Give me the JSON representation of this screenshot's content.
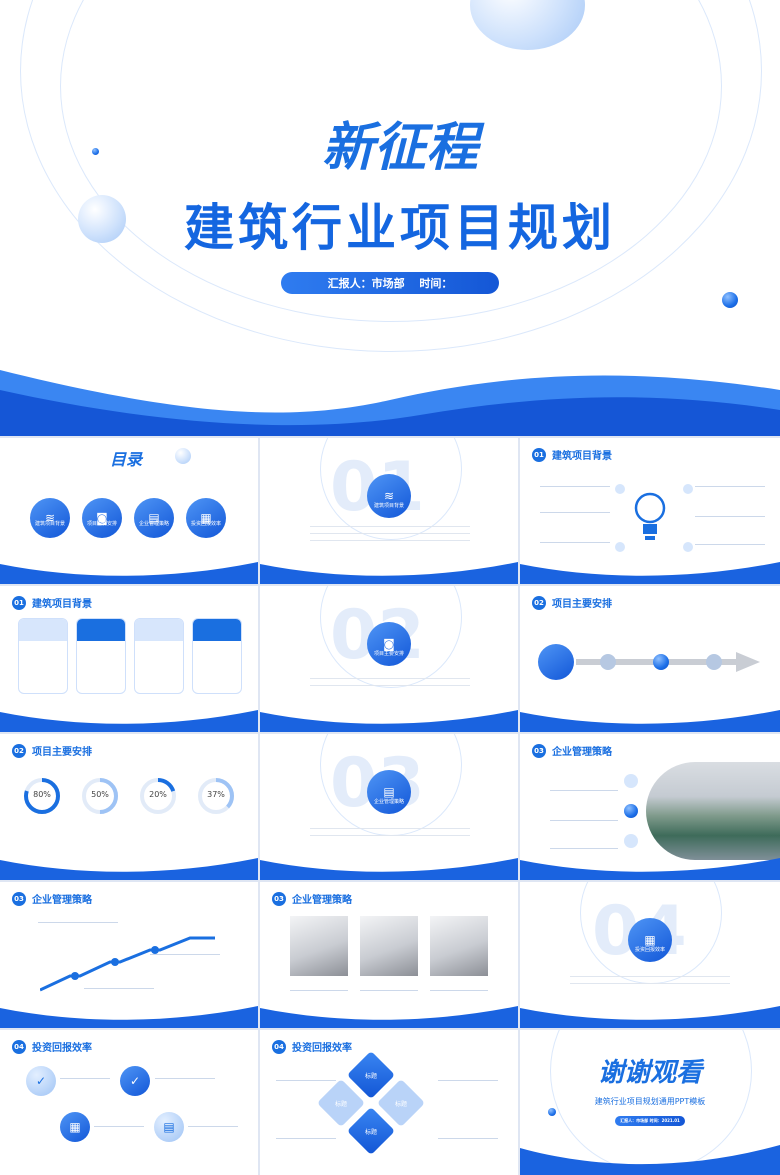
{
  "hero": {
    "script_title": "新征程",
    "main_title": "建筑行业项目规划",
    "pill_text": "汇报人：市场部　 时间："
  },
  "toc": {
    "title": "目录",
    "items": [
      "建筑项目背景",
      "项目主要安排",
      "企业管理策略",
      "投资回报效率"
    ]
  },
  "section_headers": {
    "s01": "建筑项目背景",
    "s02": "项目主要安排",
    "s03": "企业管理策略",
    "s04": "投资回报效率"
  },
  "numbers": {
    "n01": "01",
    "n02": "02",
    "n03": "03",
    "n04": "04"
  },
  "divider_labels": {
    "d01": "建筑项目背景",
    "d02": "项目主要安排",
    "d03": "企业管理策略",
    "d04": "投资回报效率"
  },
  "percent": {
    "p1": "80%",
    "p2": "50%",
    "p3": "20%",
    "p4": "37%"
  },
  "thanks": {
    "title": "谢谢观看",
    "subtitle": "建筑行业项目规划通用PPT模板",
    "pill": "汇报人：市场部 时间：2021.01"
  },
  "diamond_label": "标题",
  "colors": {
    "accent": "#1a6fe0",
    "accent_dark": "#0f4fc6",
    "light": "#cfe2fc"
  }
}
